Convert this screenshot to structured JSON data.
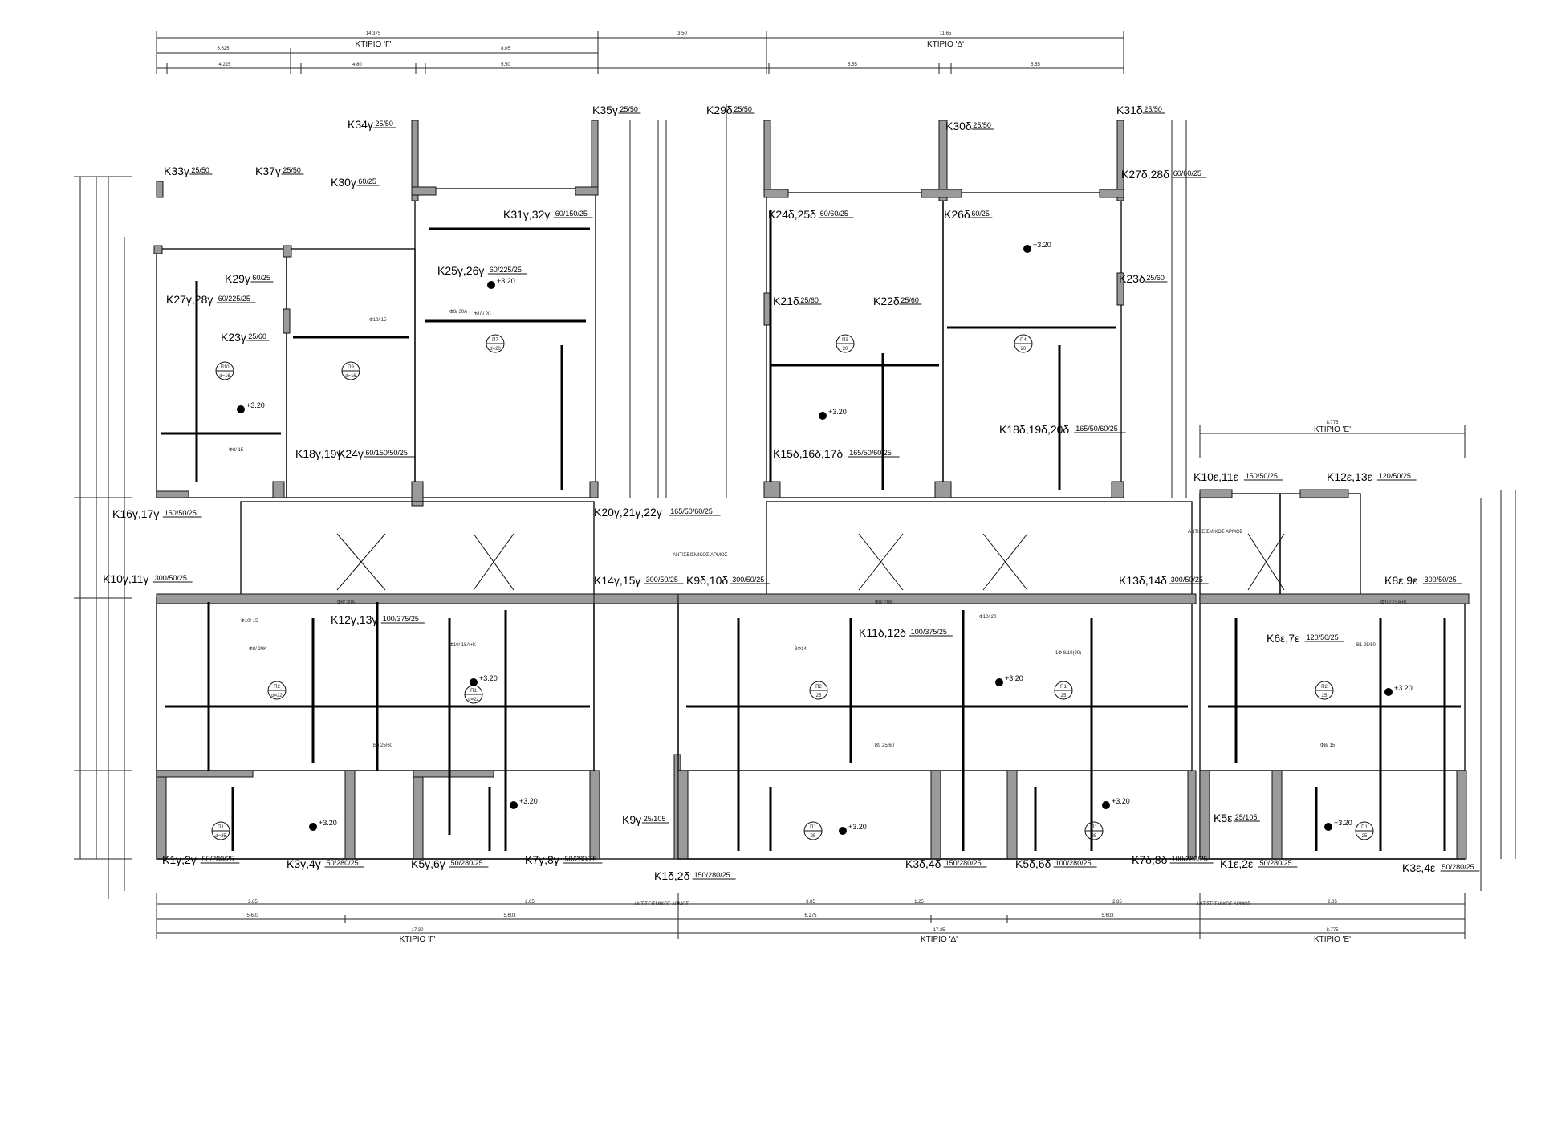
{
  "buildings": {
    "gamma": "ΚΤΙΡΙΟ 'Γ'",
    "delta": "ΚΤΙΡΙΟ 'Δ'",
    "epsilon": "ΚΤΙΡΙΟ 'Ε'"
  },
  "dimensions": {
    "top_total_gamma": "14.375",
    "top_gap": "3.50",
    "top_total_delta": "11.65",
    "gamma_left": "6.625",
    "gamma_right": "8.05",
    "seg_a": "4.225",
    "seg_b": "4.80",
    "seg_c": "5.50",
    "seg_d": "5.55",
    "seg_e": "5.55",
    "bottom_gamma": "17.30",
    "bottom_delta": "17.35",
    "bottom_epsilon": "8.775",
    "epsilon_top": "8.775",
    "bottom_seg_1": "5.603",
    "bottom_seg_2": "5.603",
    "bottom_seg_3": "6.275",
    "bottom_seg_4": "5.603",
    "sub_285": "2.85",
    "sub_385": "3.85",
    "sub_125": "1.25"
  },
  "columns": [
    {
      "label": "K33γ",
      "size": "25/50"
    },
    {
      "label": "K37γ",
      "size": "25/50"
    },
    {
      "label": "K34γ",
      "size": "25/50"
    },
    {
      "label": "K35γ",
      "size": "25/50"
    },
    {
      "label": "K30γ",
      "size": "60/25"
    },
    {
      "label": "K31γ,32γ",
      "size": "60/150/25"
    },
    {
      "label": "K29γ",
      "size": "60/25"
    },
    {
      "label": "K27γ,28γ",
      "size": "60/225/25"
    },
    {
      "label": "K23γ",
      "size": "25/60"
    },
    {
      "label": "K25γ,26γ",
      "size": "60/225/25"
    },
    {
      "label": "K18γ,19γ",
      "size": ""
    },
    {
      "label": "K24γ",
      "size": "60/150/50/25"
    },
    {
      "label": "K16γ,17γ",
      "size": "150/50/25"
    },
    {
      "label": "K20γ,21γ,22γ",
      "size": "165/50/60/25"
    },
    {
      "label": "K10γ,11γ",
      "size": "300/50/25"
    },
    {
      "label": "K14γ,15γ",
      "size": "300/50/25"
    },
    {
      "label": "K12γ,13γ",
      "size": "100/375/25"
    },
    {
      "label": "K9γ",
      "size": "25/105"
    },
    {
      "label": "K1γ,2γ",
      "size": "50/280/25"
    },
    {
      "label": "K3γ,4γ",
      "size": "50/280/25"
    },
    {
      "label": "K5γ,6γ",
      "size": "50/280/25"
    },
    {
      "label": "K7γ,8γ",
      "size": "50/280/25"
    },
    {
      "label": "K29δ",
      "size": "25/50"
    },
    {
      "label": "K30δ",
      "size": "25/50"
    },
    {
      "label": "K31δ",
      "size": "25/50"
    },
    {
      "label": "K27δ,28δ",
      "size": "60/60/25"
    },
    {
      "label": "K24δ,25δ",
      "size": "60/60/25"
    },
    {
      "label": "K26δ",
      "size": "60/25"
    },
    {
      "label": "K23δ",
      "size": "25/60"
    },
    {
      "label": "K21δ",
      "size": "25/60"
    },
    {
      "label": "K22δ",
      "size": "25/60"
    },
    {
      "label": "K15δ,16δ,17δ",
      "size": "165/50/60/25"
    },
    {
      "label": "K18δ,19δ,20δ",
      "size": "165/50/60/25"
    },
    {
      "label": "K9δ,10δ",
      "size": "300/50/25"
    },
    {
      "label": "K13δ,14δ",
      "size": "300/50/25"
    },
    {
      "label": "K11δ,12δ",
      "size": "100/375/25"
    },
    {
      "label": "K1δ,2δ",
      "size": "150/280/25"
    },
    {
      "label": "K3δ,4δ",
      "size": "150/280/25"
    },
    {
      "label": "K5δ,6δ",
      "size": "100/280/25"
    },
    {
      "label": "K7δ,8δ",
      "size": "100/280/25"
    },
    {
      "label": "K10ε,11ε",
      "size": "150/50/25"
    },
    {
      "label": "K12ε,13ε",
      "size": "120/50/25"
    },
    {
      "label": "K8ε,9ε",
      "size": "300/50/25"
    },
    {
      "label": "K6ε,7ε",
      "size": "120/50/25"
    },
    {
      "label": "K5ε",
      "size": "25/105"
    },
    {
      "label": "K1ε,2ε",
      "size": "50/280/25"
    },
    {
      "label": "K3ε,4ε",
      "size": "50/280/25"
    }
  ],
  "slabs": [
    {
      "id": "Π10",
      "thk": "d=16"
    },
    {
      "id": "Π9",
      "thk": "d=16"
    },
    {
      "id": "Π7",
      "thk": "d=20"
    },
    {
      "id": "Π3",
      "thk": "20"
    },
    {
      "id": "Π4",
      "thk": "20"
    },
    {
      "id": "Π2",
      "thk": "d=22"
    },
    {
      "id": "Π1",
      "thk": "d=22"
    },
    {
      "id": "Π2",
      "thk": "25"
    },
    {
      "id": "Π1",
      "thk": "25"
    },
    {
      "id": "Π2",
      "thk": "25"
    },
    {
      "id": "Π1",
      "thk": "d=25"
    },
    {
      "id": "Π1",
      "thk": "25"
    },
    {
      "id": "Π1",
      "thk": "25"
    },
    {
      "id": "Π1",
      "thk": "25"
    }
  ],
  "level_mark": "+3.20",
  "antiseismic_joint": "ΑΝΤΙΣΕΙΣΜΙΚΟΣ ΑΡΜΟΣ",
  "rebar_notes": [
    "Φ8/ 15",
    "Φ10/ 15",
    "Φ10/ 20",
    "Φ8/ 30A",
    "Φ8/ 20K",
    "Φ10/ 15A+K",
    "3Φ14",
    "1Φ 8/10(20)",
    "Β1 25/50",
    "Β5 25/60",
    "Β9 25/60"
  ]
}
